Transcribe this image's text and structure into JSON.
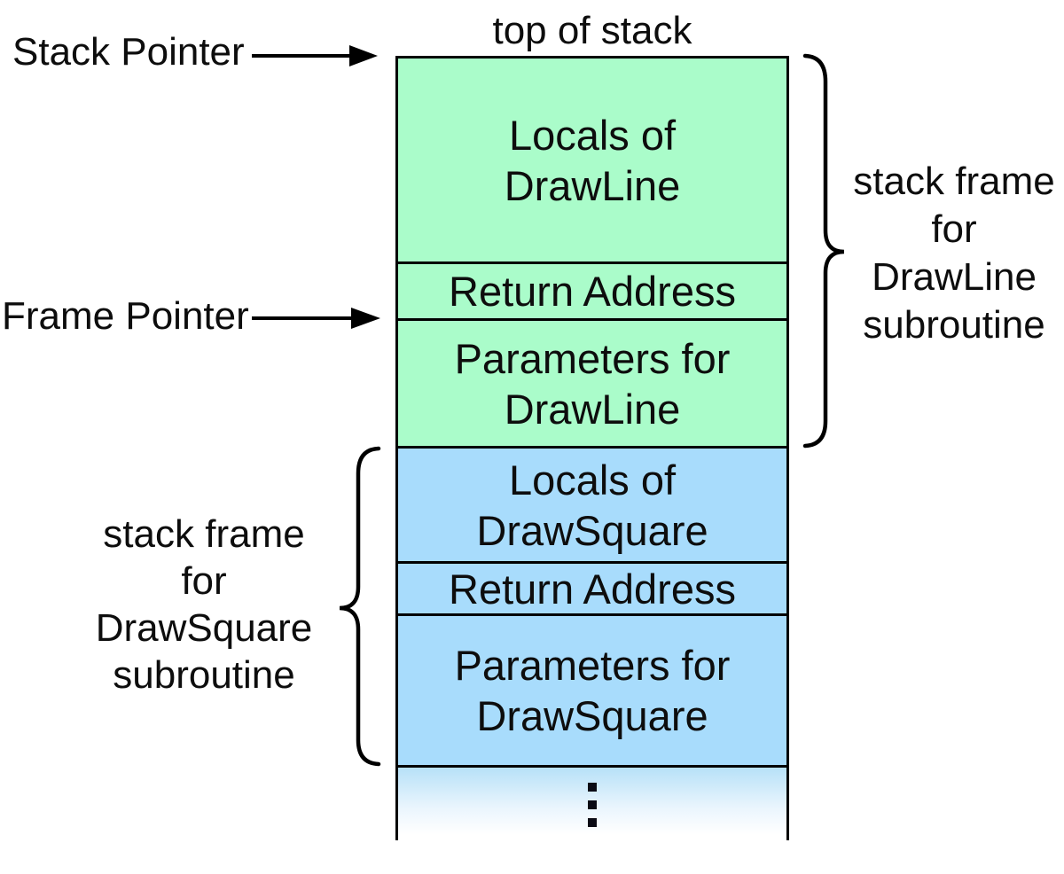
{
  "colors": {
    "frame_green": "#aafcca",
    "frame_blue": "#a8dcfc",
    "fade_top": "#b7e1f8",
    "border": "#000000",
    "text": "#0d0d0d"
  },
  "labels": {
    "top_of_stack": "top of stack",
    "stack_pointer": "Stack Pointer",
    "frame_pointer": "Frame Pointer"
  },
  "stack": {
    "rows": [
      {
        "id": "locals-drawline",
        "frame": "DrawLine",
        "lines": [
          "Locals of",
          "DrawLine"
        ]
      },
      {
        "id": "return-address-drawline",
        "frame": "DrawLine",
        "lines": [
          "Return Address"
        ]
      },
      {
        "id": "parameters-drawline",
        "frame": "DrawLine",
        "lines": [
          "Parameters for",
          "DrawLine"
        ]
      },
      {
        "id": "locals-drawsquare",
        "frame": "DrawSquare",
        "lines": [
          "Locals of",
          "DrawSquare"
        ]
      },
      {
        "id": "return-address-drawsquare",
        "frame": "DrawSquare",
        "lines": [
          "Return Address"
        ]
      },
      {
        "id": "parameters-drawsquare",
        "frame": "DrawSquare",
        "lines": [
          "Parameters for",
          "DrawSquare"
        ]
      }
    ],
    "continuation_symbol": "⋮"
  },
  "braces": {
    "drawline": {
      "lines": [
        "stack frame",
        "for",
        "DrawLine",
        "subroutine"
      ]
    },
    "drawsquare": {
      "lines": [
        "stack frame",
        "for",
        "DrawSquare",
        "subroutine"
      ]
    }
  }
}
